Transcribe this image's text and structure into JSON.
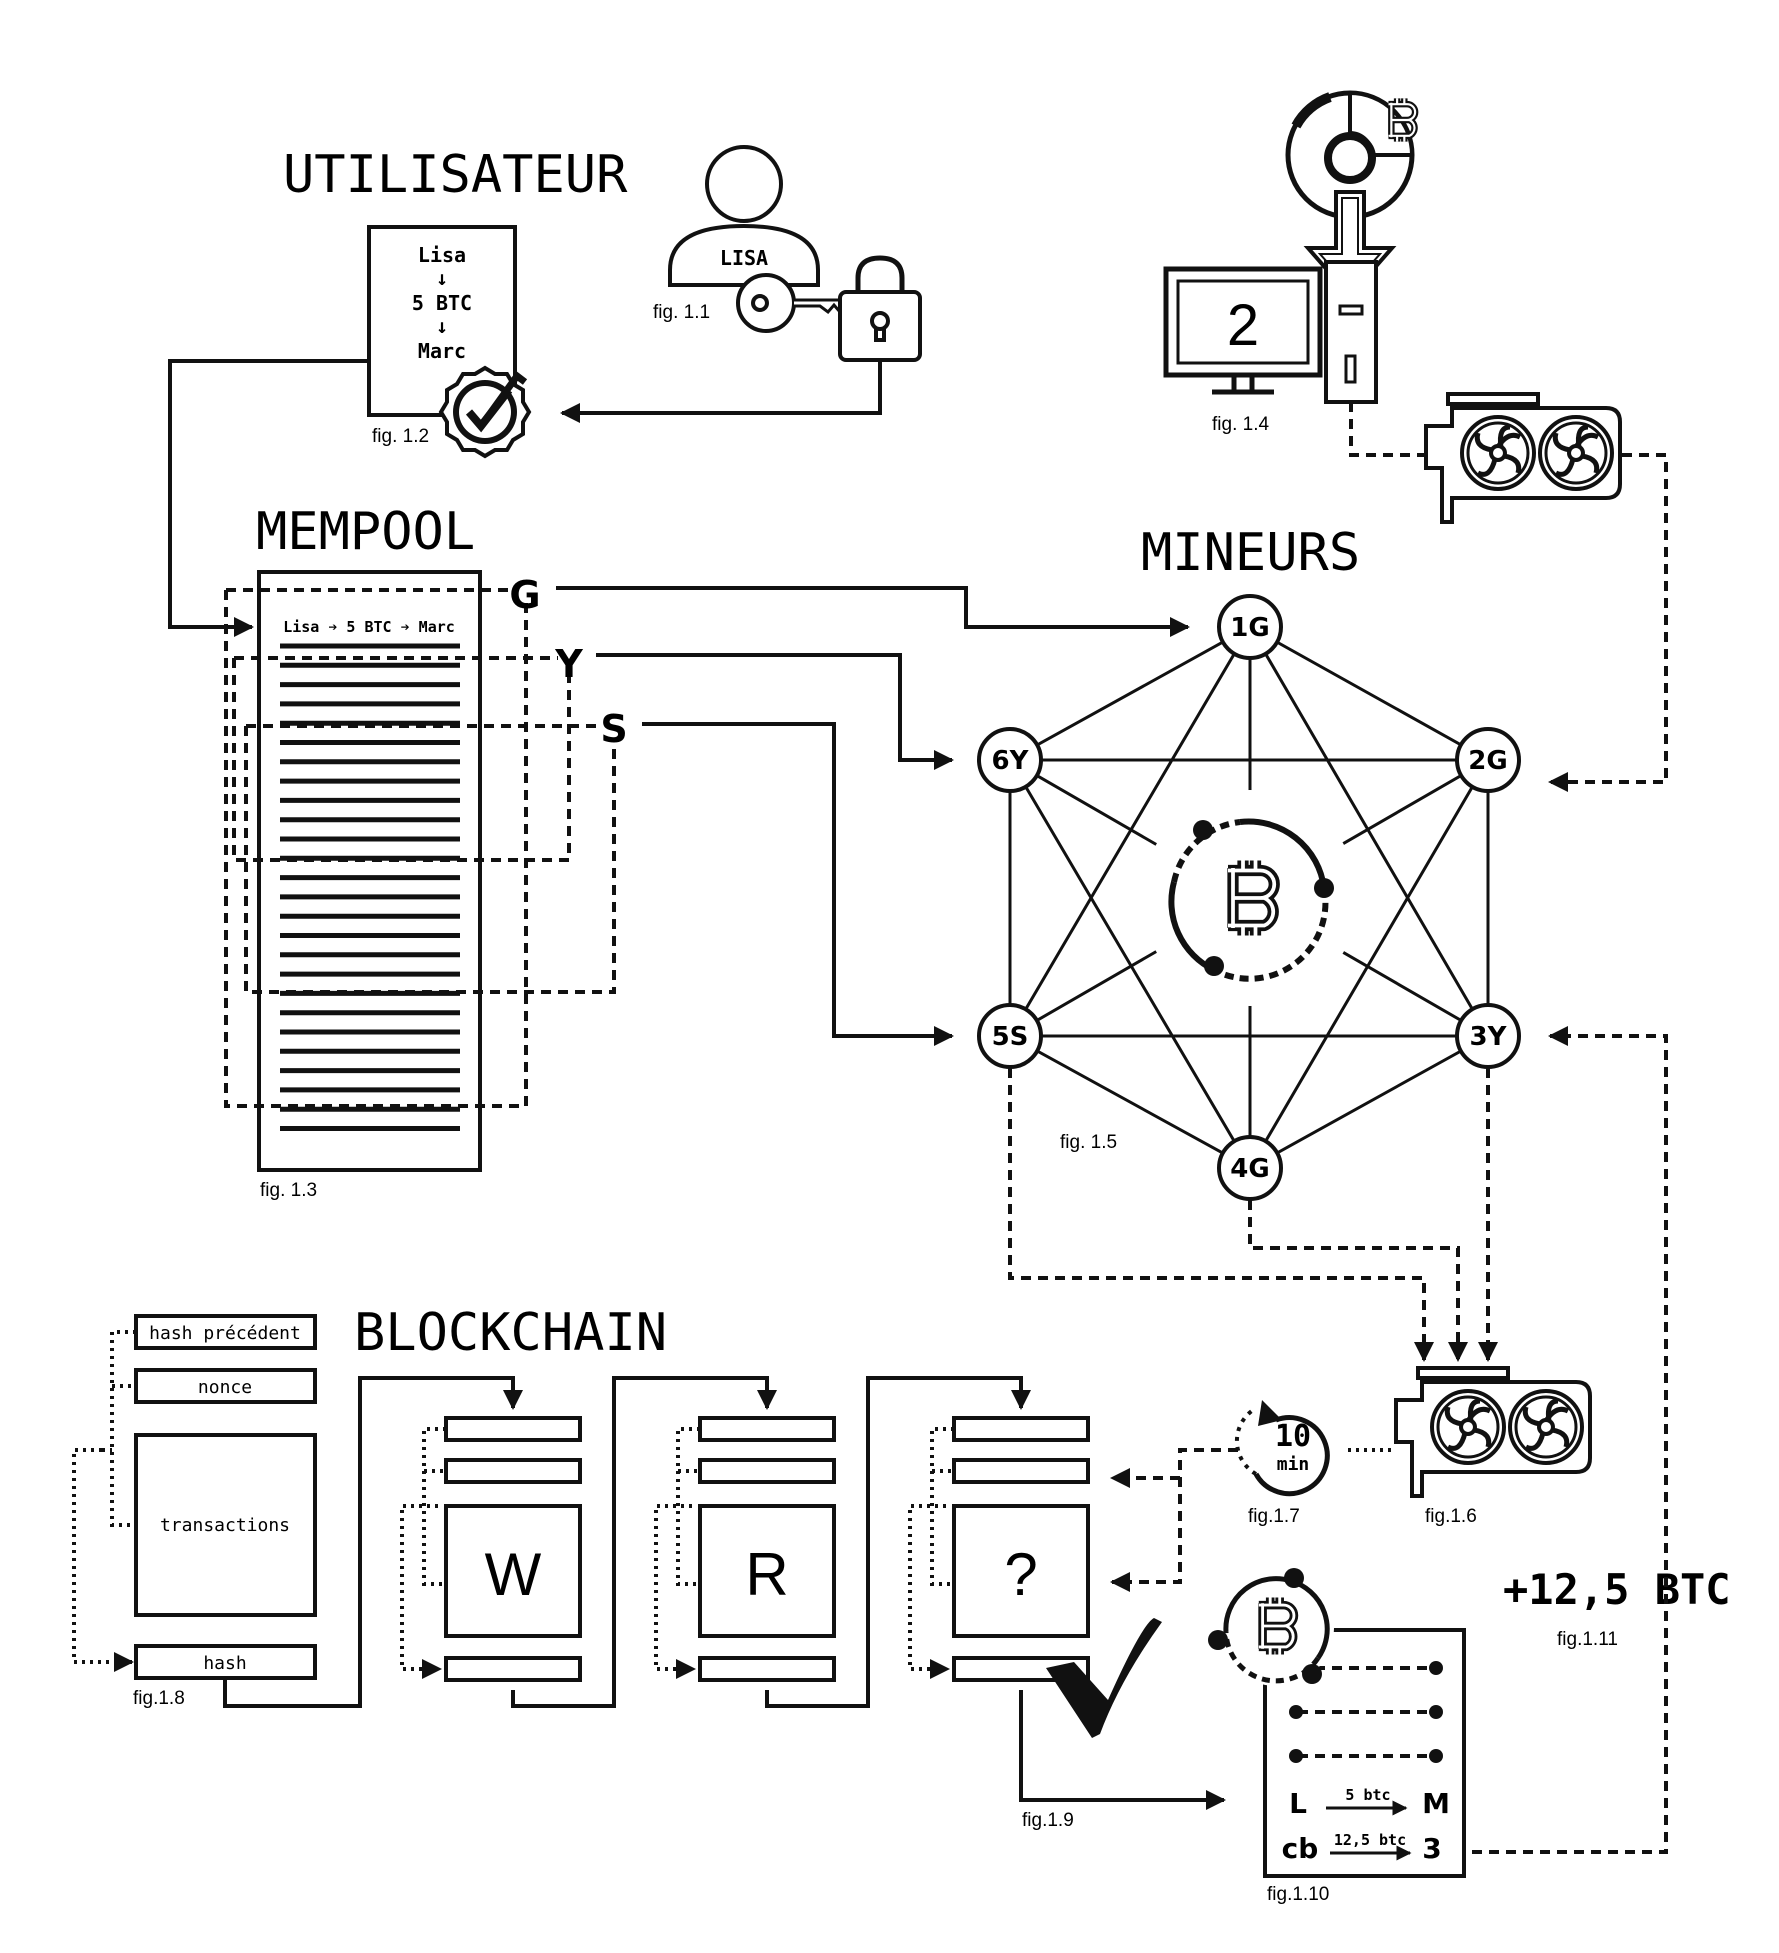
{
  "sections": {
    "utilisateur": "UTILISATEUR",
    "mempool": "MEMPOOL",
    "mineurs": "MINEURS",
    "blockchain": "BLOCKCHAIN"
  },
  "user": {
    "name": "LISA",
    "transaction": {
      "from": "Lisa",
      "arrow": "↓",
      "amount": "5 BTC",
      "to": "Marc"
    }
  },
  "mempool": {
    "first_tx": "Lisa ➔ 5 BTC ➔ Marc",
    "groups": [
      "G",
      "Y",
      "S"
    ]
  },
  "computer": {
    "screen_value": "2"
  },
  "miners": [
    "1G",
    "2G",
    "3Y",
    "4G",
    "5S",
    "6Y"
  ],
  "timer": {
    "value": "10",
    "unit": "min"
  },
  "block_legend": {
    "prev_hash": "hash précédent",
    "nonce": "nonce",
    "transactions": "transactions",
    "hash": "hash"
  },
  "blocks": [
    "W",
    "R",
    "?"
  ],
  "new_block": {
    "row1_from": "L",
    "row1_amount": "5 btc",
    "row1_to": "M",
    "row2_from": "cb",
    "row2_amount": "12,5 btc",
    "row2_to": "3"
  },
  "reward": "+12,5 BTC",
  "figures": {
    "f11": "fig. 1.1",
    "f12": "fig. 1.2",
    "f13": "fig. 1.3",
    "f14": "fig. 1.4",
    "f15": "fig. 1.5",
    "f16": "fig.1.6",
    "f17": "fig.1.7",
    "f18": "fig.1.8",
    "f19": "fig.1.9",
    "f110": "fig.1.10",
    "f111": "fig.1.11"
  },
  "icons": [
    "user-icon",
    "key-icon",
    "padlock-icon",
    "badge-check-icon",
    "bitcoin-icon",
    "disc-icon",
    "monitor-icon",
    "tower-icon",
    "gpu-icon",
    "timer-icon",
    "checkmark-icon"
  ]
}
